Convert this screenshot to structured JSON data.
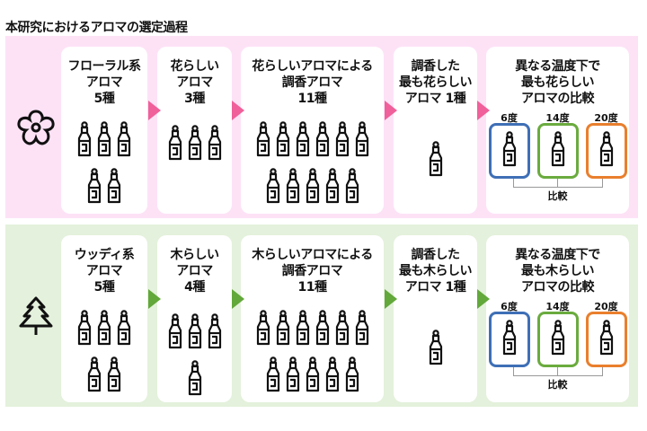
{
  "title": "本研究におけるアロマの選定過程",
  "colors": {
    "temp_6": "#3f6fb6",
    "temp_14": "#6aab3e",
    "temp_20": "#e97f2d"
  },
  "rows": [
    {
      "category_icon": "flower-icon",
      "bg": "#fde2f6",
      "arrow": "#f0609a",
      "steps": [
        {
          "label": "フローラル系\nアロマ\n5種",
          "bottles": 5
        },
        {
          "label": "花らしい\nアロマ\n3種",
          "bottles": 3
        },
        {
          "label": "花らしいアロマによる\n調香アロマ\n11種",
          "bottles": 11
        },
        {
          "label": "調香した\n最も花らしい\nアロマ 1種",
          "bottles": 1
        },
        {
          "label": "異なる温度下で\n最も花らしい\nアロマの比較",
          "temps": [
            "6度",
            "14度",
            "20度"
          ],
          "compare": "比較"
        }
      ]
    },
    {
      "category_icon": "tree-icon",
      "bg": "#e4f1dc",
      "arrow": "#62a83a",
      "steps": [
        {
          "label": "ウッディ系\nアロマ\n5種",
          "bottles": 5
        },
        {
          "label": "木らしい\nアロマ\n4種",
          "bottles": 4
        },
        {
          "label": "木らしいアロマによる\n調香アロマ\n11種",
          "bottles": 11
        },
        {
          "label": "調香した\n最も木らしい\nアロマ 1種",
          "bottles": 1
        },
        {
          "label": "異なる温度下で\n最も木らしい\nアロマの比較",
          "temps": [
            "6度",
            "14度",
            "20度"
          ],
          "compare": "比較"
        }
      ]
    }
  ]
}
